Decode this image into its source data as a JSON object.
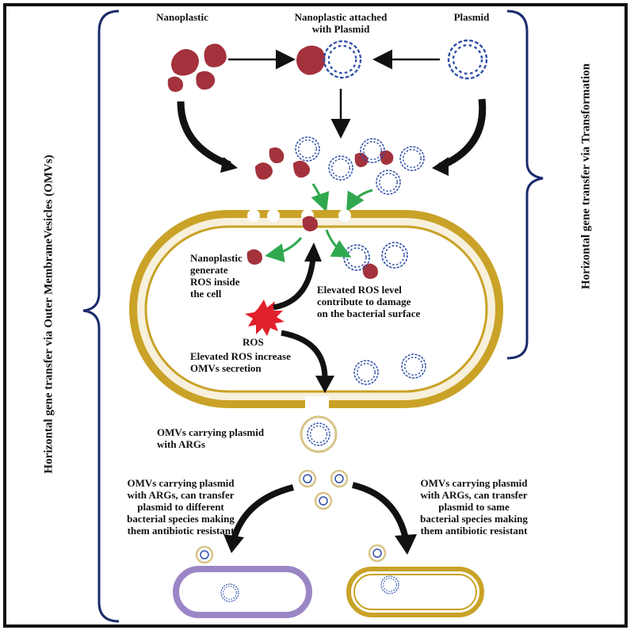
{
  "labels": {
    "nanoplastic": "Nanoplastic",
    "attached": "Nanoplastic attached\nwith Plasmid",
    "plasmid": "Plasmid",
    "ros_generate": "Nanoplastic\ngenerate\nROS inside\nthe cell",
    "ros_damage": "Elevated ROS level\ncontribute to damage\non the bacterial surface",
    "ros": "ROS",
    "omv_secretion": "Elevated ROS increase\nOMVs secretion",
    "omv_carrying": "OMVs carrying plasmid\nwith ARGs",
    "transfer_different": "OMVs carrying plasmid\nwith ARGs, can transfer\nplasmid to different\nbacterial species making\nthem antibiotic resistant",
    "transfer_same": "OMVs carrying plasmid\nwith ARGs, can transfer\nplasmid to same\nbacterial species making\nthem antibiotic resistant"
  },
  "side_labels": {
    "left": "Horizontal gene transfer via  Outer MembraneVesicles (OMVs)",
    "right": "Horizontal gene transfer via Transformation"
  },
  "colors": {
    "nanoplastic": "#a3323c",
    "plasmid": "#2f4fa8",
    "cell_membrane": "#c9a227",
    "purple_cell": "#9a86c6",
    "green_arrow": "#2fa84f",
    "ros": "#e0202a",
    "brace": "#1b2a6b"
  }
}
